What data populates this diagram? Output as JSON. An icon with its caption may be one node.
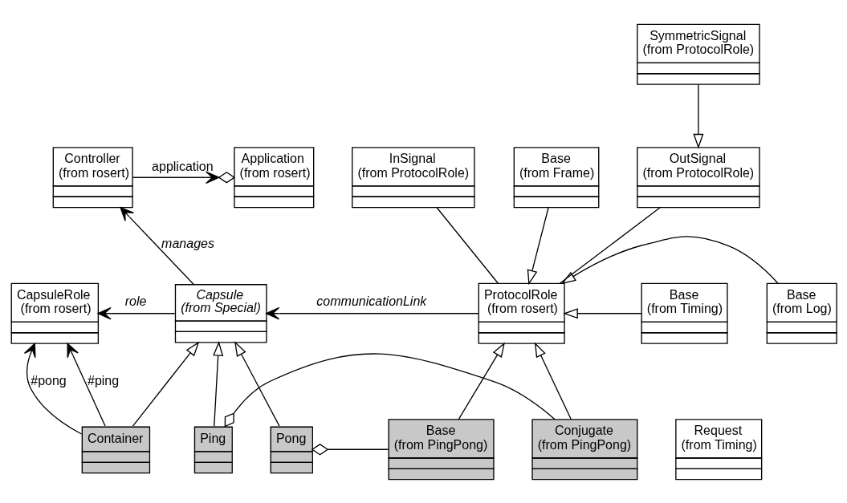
{
  "diagram": {
    "nodes": [
      {
        "text": [
          "SymmetricSignal",
          "(from ProtocolRole)"
        ]
      },
      {
        "text": [
          "Application",
          "(from rosert)"
        ]
      },
      {
        "text": [
          "Controller",
          "(from rosert)"
        ]
      },
      {
        "text": [
          "InSignal",
          "(from ProtocolRole)"
        ]
      },
      {
        "text": [
          "OutSignal",
          "(from ProtocolRole)"
        ]
      },
      {
        "text": [
          "Base",
          "(from Frame)"
        ]
      },
      {
        "text": [
          "Base",
          "(from Log)"
        ]
      },
      {
        "text": [
          "CapsuleRole",
          "(from rosert)"
        ]
      },
      {
        "text": [
          "Capsule",
          "(from Special)"
        ]
      },
      {
        "text": [
          "ProtocolRole",
          "(from rosert)"
        ]
      },
      {
        "text": [
          "Base",
          "(from Timing)"
        ]
      },
      {
        "text": [
          "Request",
          "(from Timing)"
        ]
      },
      {
        "text": [
          "Container"
        ]
      },
      {
        "text": [
          "Pong"
        ]
      },
      {
        "text": [
          "Ping"
        ]
      },
      {
        "text": [
          "Conjugate",
          "(from PingPong)"
        ]
      },
      {
        "text": [
          "Base",
          "(from PingPong)"
        ]
      }
    ],
    "edges": [
      {
        "from": 0,
        "to": 4,
        "arrow": "to"
      },
      {
        "from": 2,
        "to": 1,
        "arrow": "to",
        "label": "application"
      },
      {
        "from": 8,
        "to": 2,
        "arrow": "to",
        "label": "manages"
      },
      {
        "from": 8,
        "to": 7,
        "arrow": "to",
        "label": "role"
      },
      {
        "from": 9,
        "to": 8,
        "arrow": "to",
        "label": "communicationLink"
      },
      {
        "from": 3,
        "to": 9,
        "arrow": "none"
      },
      {
        "from": 4,
        "to": 9,
        "arrow": "none"
      },
      {
        "from": 5,
        "to": 9,
        "arrow": "to"
      },
      {
        "from": 6,
        "to": 9,
        "arrow": "to"
      },
      {
        "from": 10,
        "to": 9,
        "arrow": "to"
      },
      {
        "from": 12,
        "to": 7,
        "arrow": "to",
        "label": "#pong"
      },
      {
        "from": 12,
        "to": 7,
        "arrow": "to",
        "label": "#ping"
      },
      {
        "from": 12,
        "to": 8,
        "arrow": "to"
      },
      {
        "from": 13,
        "to": 8,
        "arrow": "to"
      },
      {
        "from": 14,
        "to": 8,
        "arrow": "to"
      },
      {
        "from": 15,
        "to": 9,
        "arrow": "to"
      },
      {
        "from": 16,
        "to": 9,
        "arrow": "to"
      },
      {
        "from": 15,
        "to": 14,
        "arrow": "other"
      },
      {
        "from": 16,
        "to": 13,
        "arrow": "other"
      }
    ]
  }
}
